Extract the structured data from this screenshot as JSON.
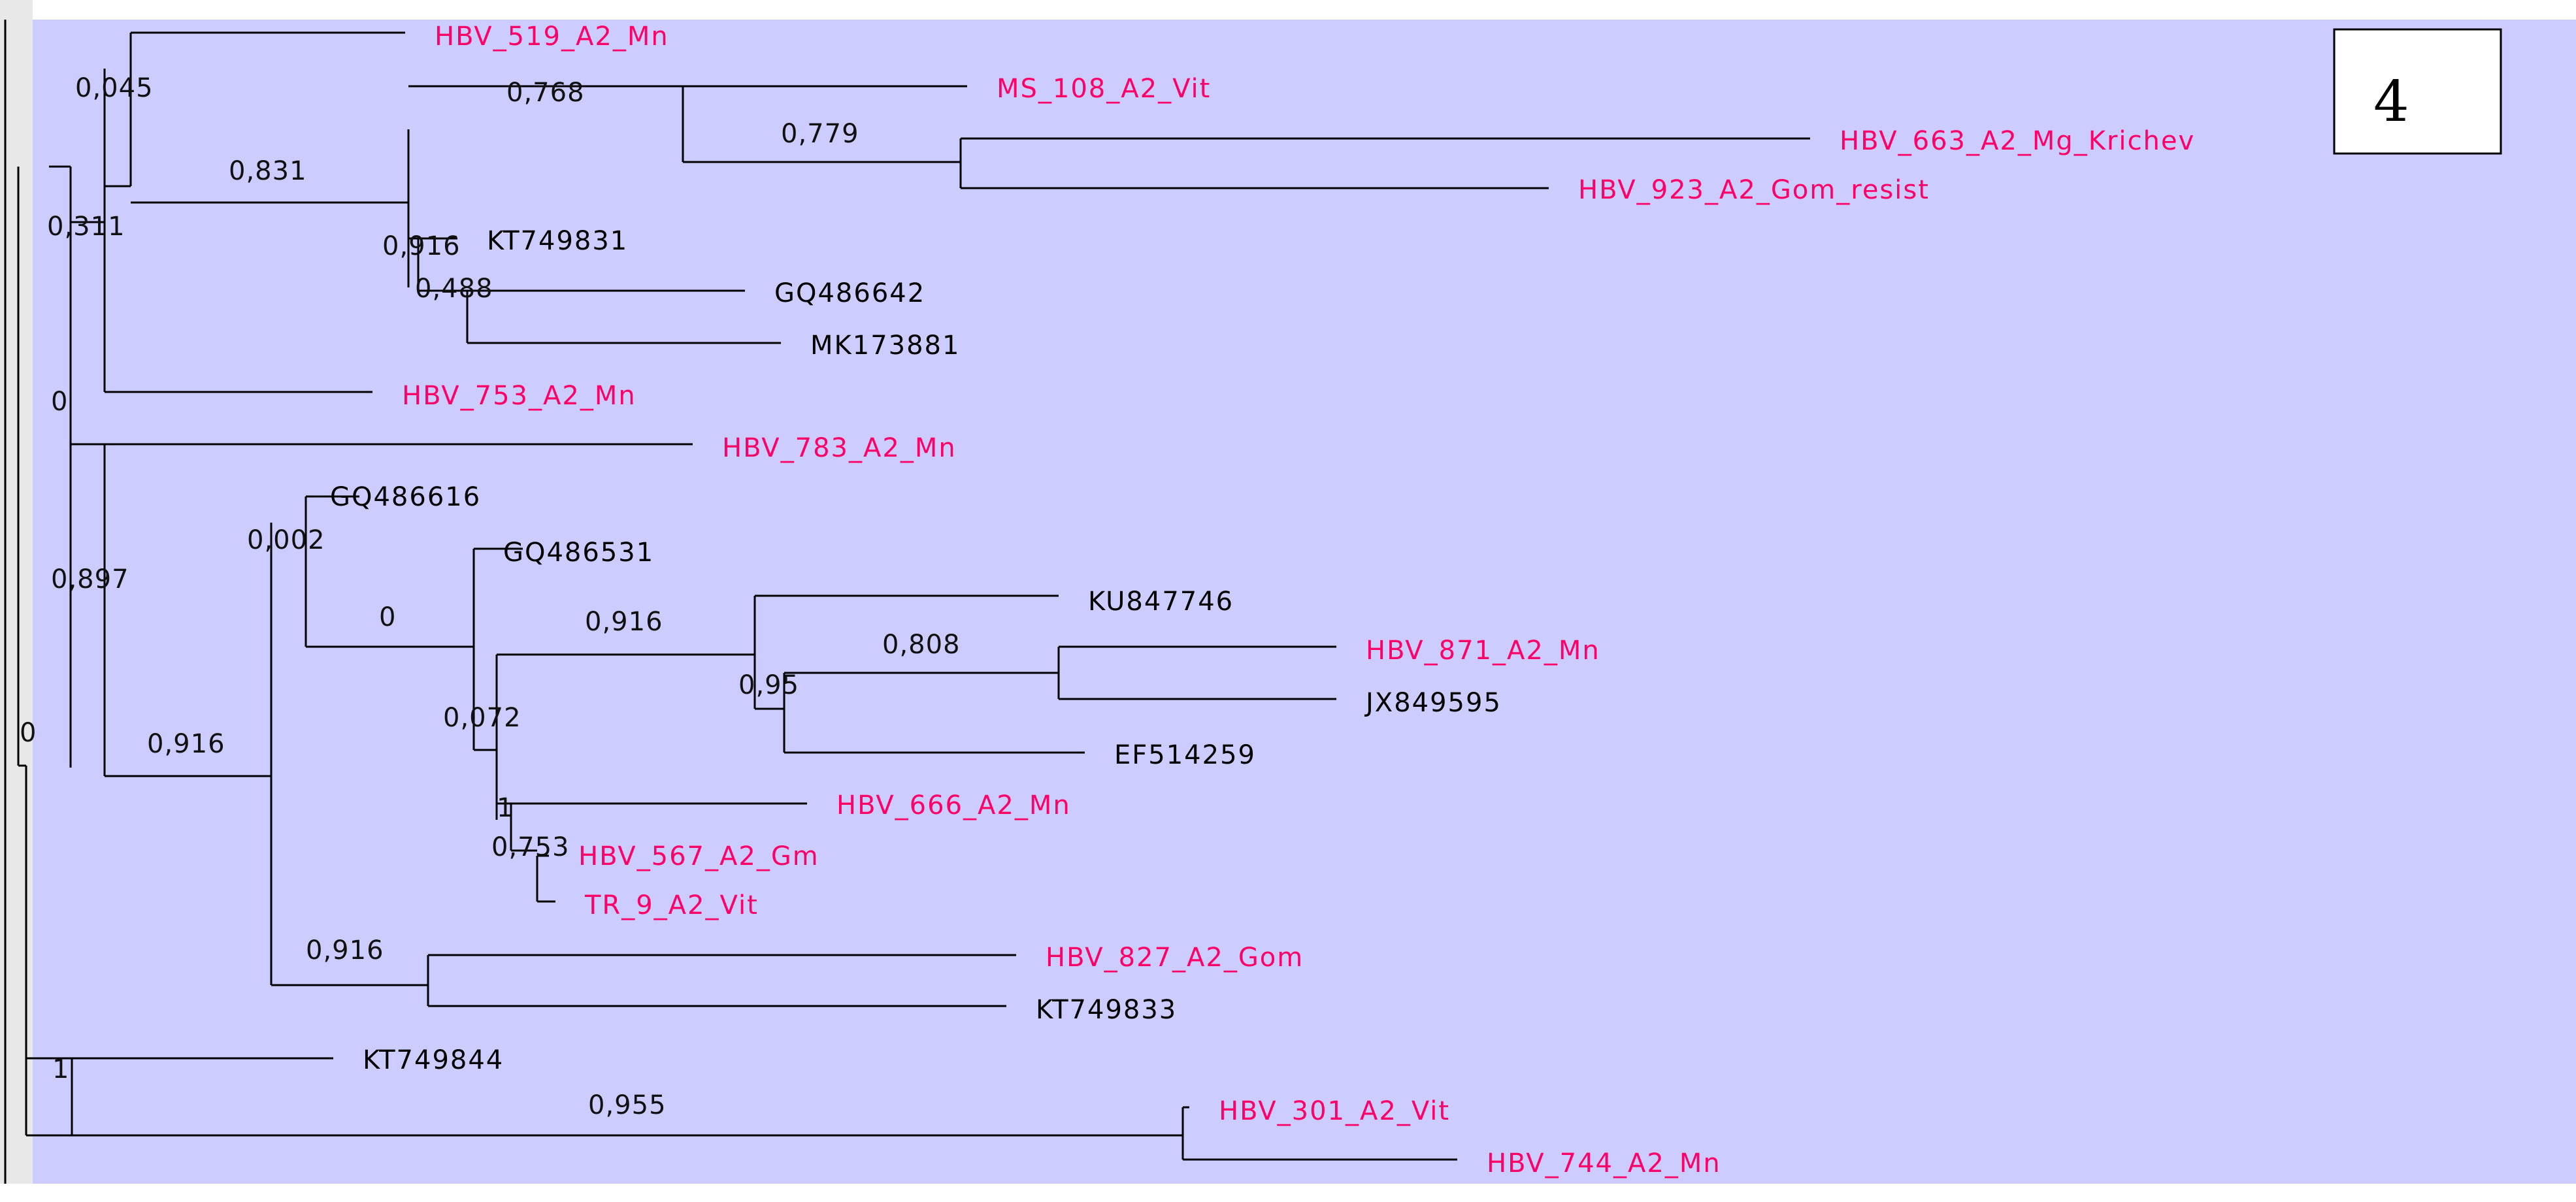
{
  "figure": {
    "panel_label": "4",
    "colors": {
      "background": "#ffffff",
      "canvas": "#ccccff",
      "left_strip": "#e8e8e8",
      "line": "#000000",
      "study_isolate": "#ff0066",
      "reference": "#000000"
    }
  },
  "tree": {
    "leaves": [
      {
        "id": "hbv519",
        "label": "HBV_519_A2_Mn",
        "kind": "study"
      },
      {
        "id": "ms108",
        "label": "MS_108_A2_Vit",
        "kind": "study"
      },
      {
        "id": "hbv663",
        "label": "HBV_663_A2_Mg_Krichev",
        "kind": "study"
      },
      {
        "id": "hbv923",
        "label": "HBV_923_A2_Gom_resist",
        "kind": "study"
      },
      {
        "id": "kt749831",
        "label": "KT749831",
        "kind": "reference"
      },
      {
        "id": "gq486642",
        "label": "GQ486642",
        "kind": "reference"
      },
      {
        "id": "mk173881",
        "label": "MK173881",
        "kind": "reference"
      },
      {
        "id": "hbv753",
        "label": "HBV_753_A2_Mn",
        "kind": "study"
      },
      {
        "id": "hbv783",
        "label": "HBV_783_A2_Mn",
        "kind": "study"
      },
      {
        "id": "gq486616",
        "label": "GQ486616",
        "kind": "reference"
      },
      {
        "id": "gq486531",
        "label": "GQ486531",
        "kind": "reference"
      },
      {
        "id": "ku847746",
        "label": "KU847746",
        "kind": "reference"
      },
      {
        "id": "hbv871",
        "label": "HBV_871_A2_Mn",
        "kind": "study"
      },
      {
        "id": "jx849595",
        "label": "JX849595",
        "kind": "reference"
      },
      {
        "id": "ef514259",
        "label": "EF514259",
        "kind": "reference"
      },
      {
        "id": "hbv666",
        "label": "HBV_666_A2_Mn",
        "kind": "study"
      },
      {
        "id": "hbv567",
        "label": "HBV_567_A2_Gm",
        "kind": "study"
      },
      {
        "id": "tr9",
        "label": "TR_9_A2_Vit",
        "kind": "study"
      },
      {
        "id": "hbv827",
        "label": "HBV_827_A2_Gom",
        "kind": "study"
      },
      {
        "id": "kt749833",
        "label": "KT749833",
        "kind": "reference"
      },
      {
        "id": "kt749844",
        "label": "KT749844",
        "kind": "reference"
      },
      {
        "id": "hbv301",
        "label": "HBV_301_A2_Vit",
        "kind": "study"
      },
      {
        "id": "hbv744",
        "label": "HBV_744_A2_Mn",
        "kind": "study"
      }
    ],
    "support_values": [
      {
        "id": "n045",
        "value": "0,045"
      },
      {
        "id": "n768",
        "value": "0,768"
      },
      {
        "id": "n779",
        "value": "0,779"
      },
      {
        "id": "n831",
        "value": "0,831"
      },
      {
        "id": "n311",
        "value": "0,311"
      },
      {
        "id": "n916a",
        "value": "0,916"
      },
      {
        "id": "n488",
        "value": "0,488"
      },
      {
        "id": "n0a",
        "value": "0"
      },
      {
        "id": "n002",
        "value": "0,002"
      },
      {
        "id": "n897",
        "value": "0,897"
      },
      {
        "id": "n0b",
        "value": "0"
      },
      {
        "id": "n916b",
        "value": "0,916"
      },
      {
        "id": "n808",
        "value": "0,808"
      },
      {
        "id": "n95",
        "value": "0,95"
      },
      {
        "id": "n072",
        "value": "0,072"
      },
      {
        "id": "n0c",
        "value": "0"
      },
      {
        "id": "n916c",
        "value": "0,916"
      },
      {
        "id": "n1a",
        "value": "1"
      },
      {
        "id": "n753",
        "value": "0,753"
      },
      {
        "id": "n916d",
        "value": "0,916"
      },
      {
        "id": "n1b",
        "value": "1"
      },
      {
        "id": "n955",
        "value": "0,955"
      }
    ]
  }
}
